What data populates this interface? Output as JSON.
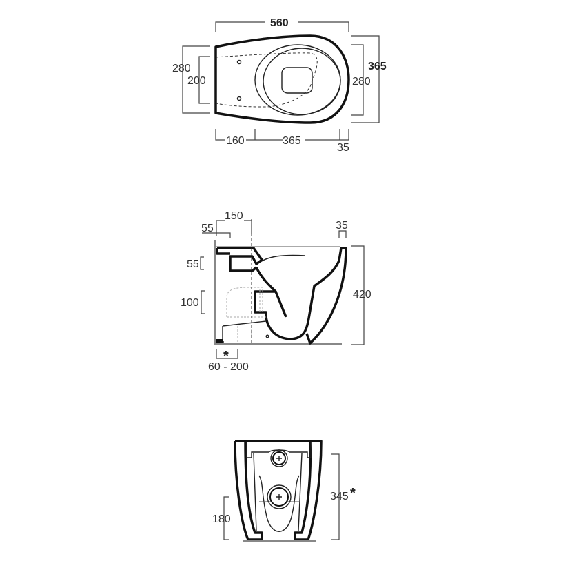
{
  "top_view": {
    "overall_length": "560",
    "overall_width": "365",
    "width_right": "280",
    "width_left": "280",
    "fixing_spacing": "200",
    "offset_left": "160",
    "offset_middle": "365",
    "offset_right": "35"
  },
  "side_view": {
    "inlet_offset": "150",
    "wall_offset": "55",
    "rim_offset": "35",
    "height": "420",
    "inlet_height": "55",
    "outlet_height": "100",
    "asterisk": "*",
    "outlet_range": "60 - 200"
  },
  "rear_view": {
    "height": "345",
    "asterisk": "*",
    "outlet_height": "180"
  }
}
